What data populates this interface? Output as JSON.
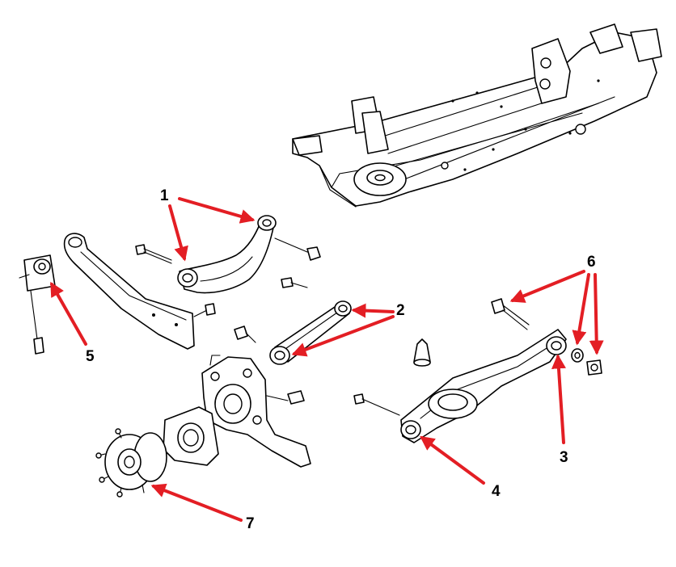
{
  "callouts": [
    {
      "id": "1",
      "label": "1"
    },
    {
      "id": "2",
      "label": "2"
    },
    {
      "id": "3",
      "label": "3"
    },
    {
      "id": "4",
      "label": "4"
    },
    {
      "id": "5",
      "label": "5"
    },
    {
      "id": "6",
      "label": "6"
    },
    {
      "id": "7",
      "label": "7"
    }
  ],
  "colors": {
    "arrow": "#e31e24",
    "line": "#000000",
    "background": "#ffffff"
  }
}
